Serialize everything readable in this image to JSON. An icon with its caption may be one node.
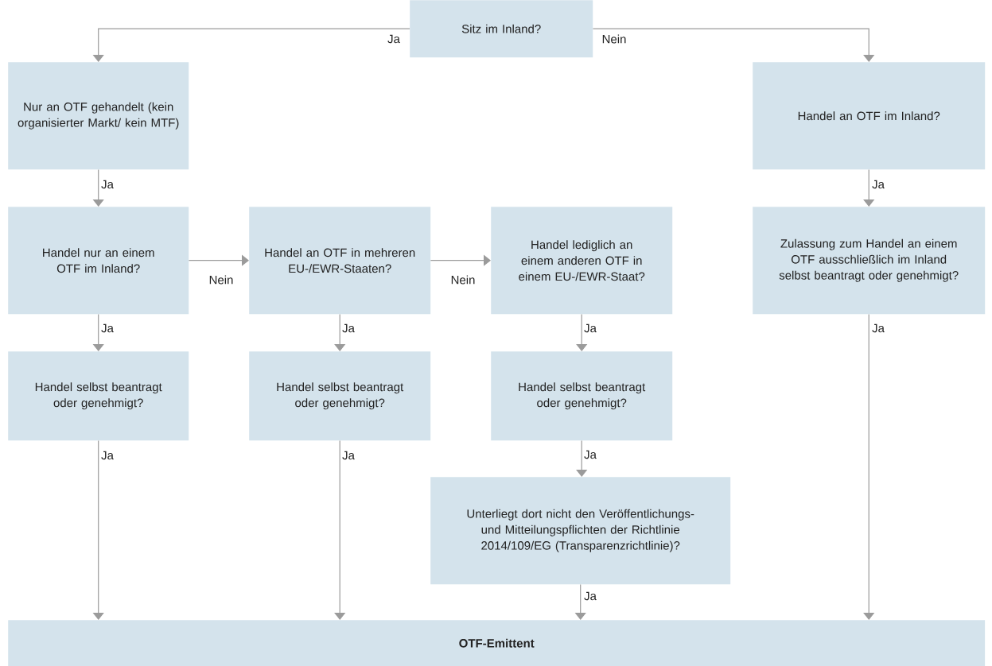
{
  "diagram": {
    "nodes": [
      {
        "text": [
          "Sitz im Inland?"
        ]
      },
      {
        "text": [
          "Nur an OTF gehandelt (kein organisierter Markt/ kein MTF)"
        ]
      },
      {
        "text": [
          "Handel an OTF im Inland?"
        ]
      },
      {
        "text": [
          "Handel nur an einem OTF im Inland?"
        ]
      },
      {
        "text": [
          "Handel an OTF in mehreren EU-/EWR-Staaten?"
        ]
      },
      {
        "text": [
          "Handel lediglich an einem anderen OTF in einem EU-/EWR-Staat?"
        ]
      },
      {
        "text": [
          "Zulassung zum Handel an einem OTF ausschließlich im Inland selbst beantragt oder genehmigt?"
        ]
      },
      {
        "text": [
          "Handel selbst beantragt oder genehmigt?"
        ]
      },
      {
        "text": [
          "Handel selbst beantragt oder genehmigt?"
        ]
      },
      {
        "text": [
          "Handel selbst beantragt oder genehmigt?"
        ]
      },
      {
        "text": [
          "Unterliegt dort nicht den Veröffentlichungs- und Mitteilungspflichten der Richtlinie 2014/109/EG (Transparenzrichtlinie)?"
        ]
      },
      {
        "text": [
          "**OTF-Emittent**"
        ]
      }
    ],
    "edges": [
      {
        "from": 0,
        "to": 1,
        "arrow": "to",
        "label": "Ja"
      },
      {
        "from": 0,
        "to": 2,
        "arrow": "to",
        "label": "Nein"
      },
      {
        "from": 1,
        "to": 3,
        "arrow": "to",
        "label": "Ja"
      },
      {
        "from": 2,
        "to": 6,
        "arrow": "to",
        "label": "Ja"
      },
      {
        "from": 3,
        "to": 4,
        "arrow": "to",
        "label": "Nein"
      },
      {
        "from": 4,
        "to": 5,
        "arrow": "to",
        "label": "Nein"
      },
      {
        "from": 3,
        "to": 7,
        "arrow": "to",
        "label": "Ja"
      },
      {
        "from": 4,
        "to": 8,
        "arrow": "to",
        "label": "Ja"
      },
      {
        "from": 5,
        "to": 9,
        "arrow": "to",
        "label": "Ja"
      },
      {
        "from": 9,
        "to": 10,
        "arrow": "to",
        "label": "Ja"
      },
      {
        "from": 7,
        "to": 11,
        "arrow": "to",
        "label": "Ja"
      },
      {
        "from": 8,
        "to": 11,
        "arrow": "to",
        "label": "Ja"
      },
      {
        "from": 10,
        "to": 11,
        "arrow": "to",
        "label": "Ja"
      },
      {
        "from": 6,
        "to": 11,
        "arrow": "to",
        "label": "Ja"
      }
    ]
  }
}
